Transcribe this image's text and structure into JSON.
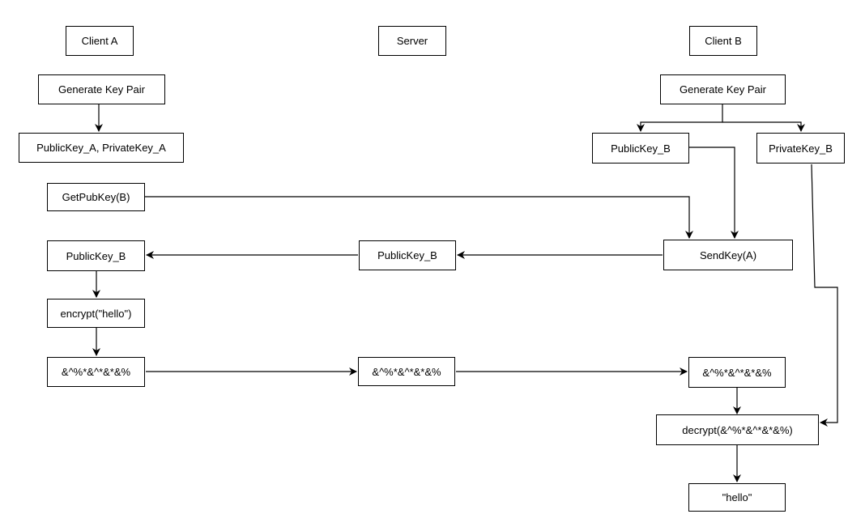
{
  "columns": {
    "client_a": "Client A",
    "server": "Server",
    "client_b": "Client B"
  },
  "client_a": {
    "generate": "Generate Key Pair",
    "keypair": "PublicKey_A, PrivateKey_A",
    "getpubkey": "GetPubKey(B)",
    "publickey_b": "PublicKey_B",
    "encrypt": "encrypt(\"hello\")",
    "ciphertext": "&^%*&^*&*&%"
  },
  "server": {
    "publickey_b": "PublicKey_B",
    "ciphertext": "&^%*&^*&*&%"
  },
  "client_b": {
    "generate": "Generate Key Pair",
    "publickey_b": "PublicKey_B",
    "privatekey_b": "PrivateKey_B",
    "sendkey": "SendKey(A)",
    "ciphertext": "&^%*&^*&*&%",
    "decrypt": "decrypt(&^%*&^*&*&%)",
    "plaintext": "\"hello\""
  },
  "colors": {
    "stroke": "#000000",
    "background": "#ffffff"
  }
}
